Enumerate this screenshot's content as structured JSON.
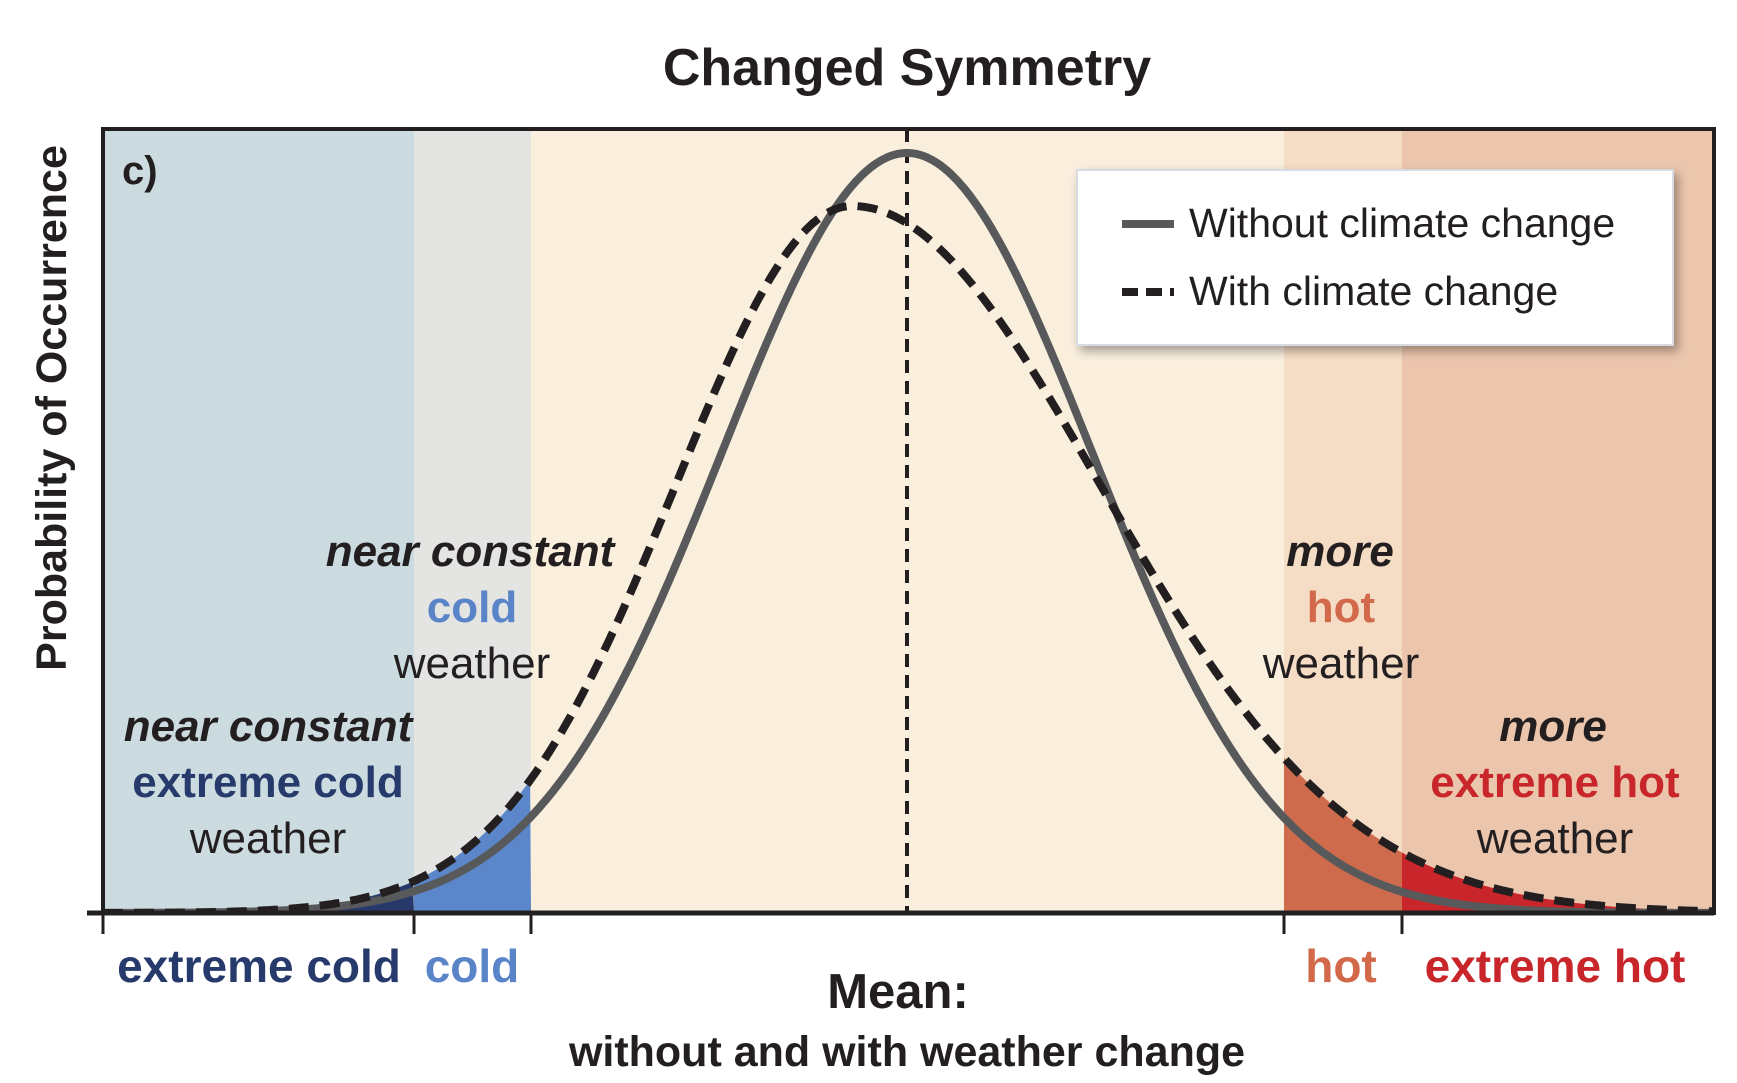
{
  "figure": {
    "title": "Changed Symmetry",
    "panel_label": "c)",
    "ylabel": "Probability of Occurrence",
    "xlabel_line1": "Mean:",
    "xlabel_line2": "without and with weather change"
  },
  "legend": {
    "items": [
      {
        "label": "Without climate change",
        "style": "solid",
        "color": "#58595b"
      },
      {
        "label": "With climate change",
        "style": "dashed",
        "color": "#231f20"
      }
    ]
  },
  "regions": [
    {
      "name": "extreme-cold",
      "label": "extreme cold",
      "color": "#263a6b",
      "background": "#ccdbe0"
    },
    {
      "name": "cold",
      "label": "cold",
      "color": "#5a84c8",
      "background": "#e4e4e2"
    },
    {
      "name": "hot",
      "label": "hot",
      "color": "#d2694a",
      "background": "#f5dcc5"
    },
    {
      "name": "extreme-hot",
      "label": "extreme hot",
      "color": "#c8262a",
      "background": "#ebc6ad"
    }
  ],
  "annotations": {
    "cold_block": {
      "line1": "near constant",
      "line2": "cold",
      "line3": "weather"
    },
    "extreme_cold_block": {
      "line1": "near constant",
      "line2": "extreme cold",
      "line3": "weather"
    },
    "hot_block": {
      "line1": "more",
      "line2": "hot",
      "line3": "weather"
    },
    "extreme_hot_block": {
      "line1": "more",
      "line2": "extreme hot",
      "line3": "weather"
    }
  },
  "colors": {
    "center_background": "#faeedd",
    "frame": "#231f20",
    "cold_fill": "#5b86c9",
    "extreme_cold_fill": "#27396a",
    "hot_fill": "#cf6b4d",
    "extreme_hot_fill": "#c8262a"
  }
}
